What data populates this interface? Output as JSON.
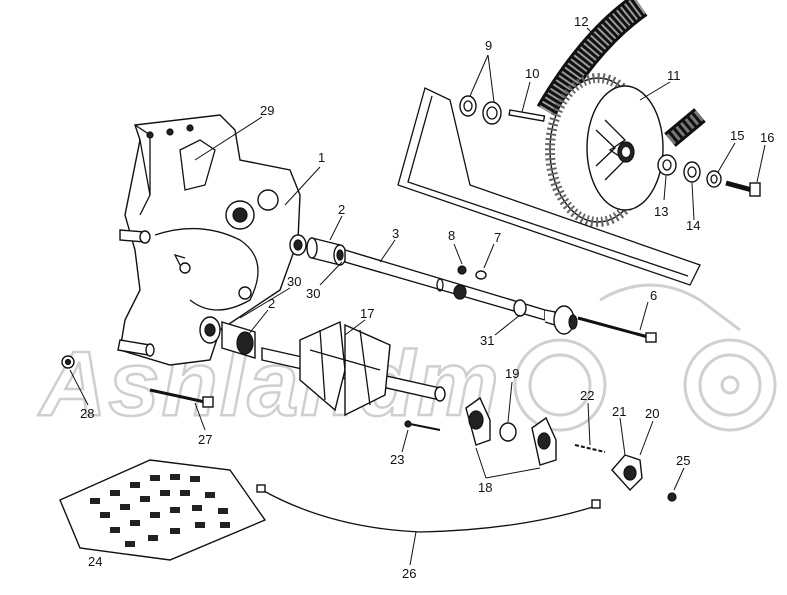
{
  "diagram": {
    "watermark": "Ashlandm",
    "callouts": [
      "1",
      "2",
      "2",
      "3",
      "6",
      "7",
      "8",
      "9",
      "10",
      "11",
      "12",
      "13",
      "14",
      "15",
      "16",
      "17",
      "18",
      "19",
      "20",
      "21",
      "22",
      "23",
      "24",
      "25",
      "26",
      "27",
      "28",
      "29",
      "30",
      "30",
      "31"
    ]
  }
}
